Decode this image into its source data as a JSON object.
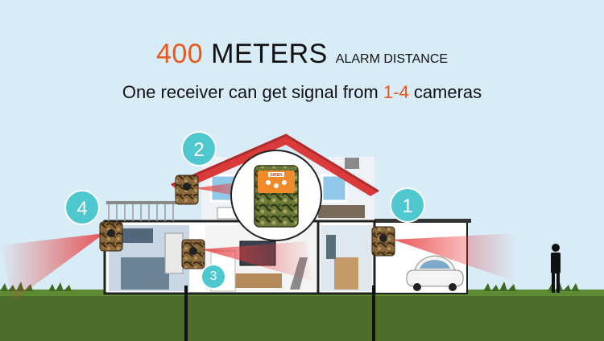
{
  "headline": {
    "distance_value": "400",
    "distance_unit": "METERS",
    "distance_suffix": "ALARM DISTANCE",
    "line2_prefix": "One receiver can get signal from",
    "line2_range": "1-4",
    "line2_suffix": "cameras"
  },
  "receiver": {
    "brand_label": "SIREN"
  },
  "badges": [
    "1",
    "2",
    "3",
    "4"
  ],
  "colors": {
    "accent": "#e8571b",
    "badge": "#4fc7cf",
    "roof": "#d93a3a",
    "sky": "#d8ecf7",
    "ground": "#4c6e2a",
    "signal": "#e83a3a"
  }
}
